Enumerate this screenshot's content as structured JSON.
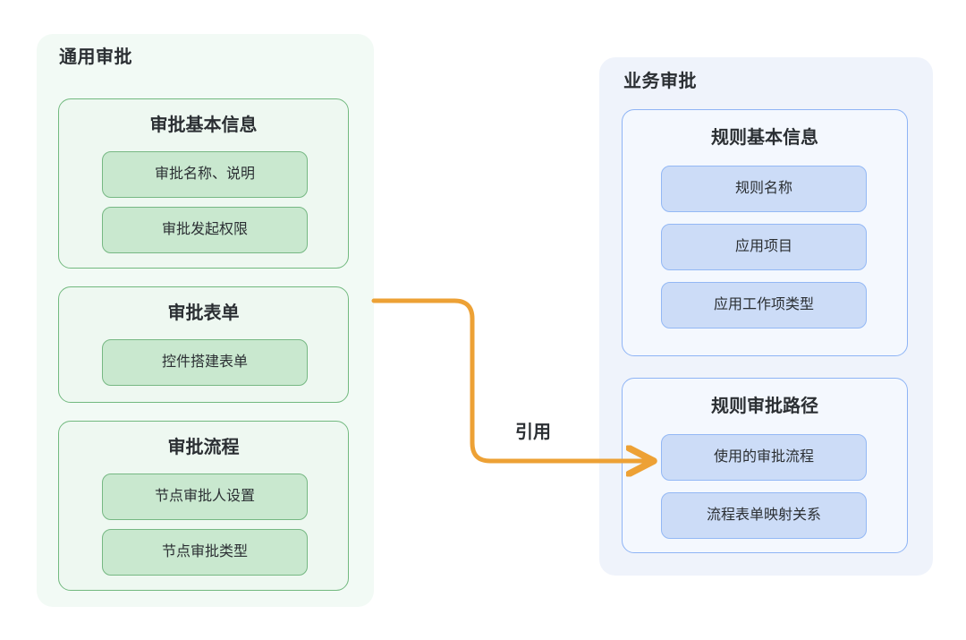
{
  "diagram": {
    "type": "flow-diagram",
    "background_color": "#ffffff",
    "groups": [
      {
        "id": "general-approval",
        "title": "通用审批",
        "accent_color": "#72b97f",
        "panel_color": "#f2faf5",
        "cards": [
          {
            "id": "approval-basic-info",
            "title": "审批基本信息",
            "items": [
              {
                "label": "审批名称、说明"
              },
              {
                "label": "审批发起权限"
              }
            ]
          },
          {
            "id": "approval-form",
            "title": "审批表单",
            "items": [
              {
                "label": "控件搭建表单"
              }
            ]
          },
          {
            "id": "approval-flow",
            "title": "审批流程",
            "items": [
              {
                "label": "节点审批人设置"
              },
              {
                "label": "节点审批类型"
              }
            ]
          }
        ]
      },
      {
        "id": "business-approval",
        "title": "业务审批",
        "accent_color": "#8eb4f5",
        "panel_color": "#eff3fb",
        "cards": [
          {
            "id": "rule-basic-info",
            "title": "规则基本信息",
            "items": [
              {
                "label": "规则名称"
              },
              {
                "label": "应用项目"
              },
              {
                "label": "应用工作项类型"
              }
            ]
          },
          {
            "id": "rule-approval-path",
            "title": "规则审批路径",
            "items": [
              {
                "label": "使用的审批流程"
              },
              {
                "label": "流程表单映射关系"
              }
            ]
          }
        ]
      }
    ],
    "connector": {
      "label": "引用",
      "color": "#eda135",
      "from": "approval-form",
      "to": "使用的审批流程"
    }
  }
}
